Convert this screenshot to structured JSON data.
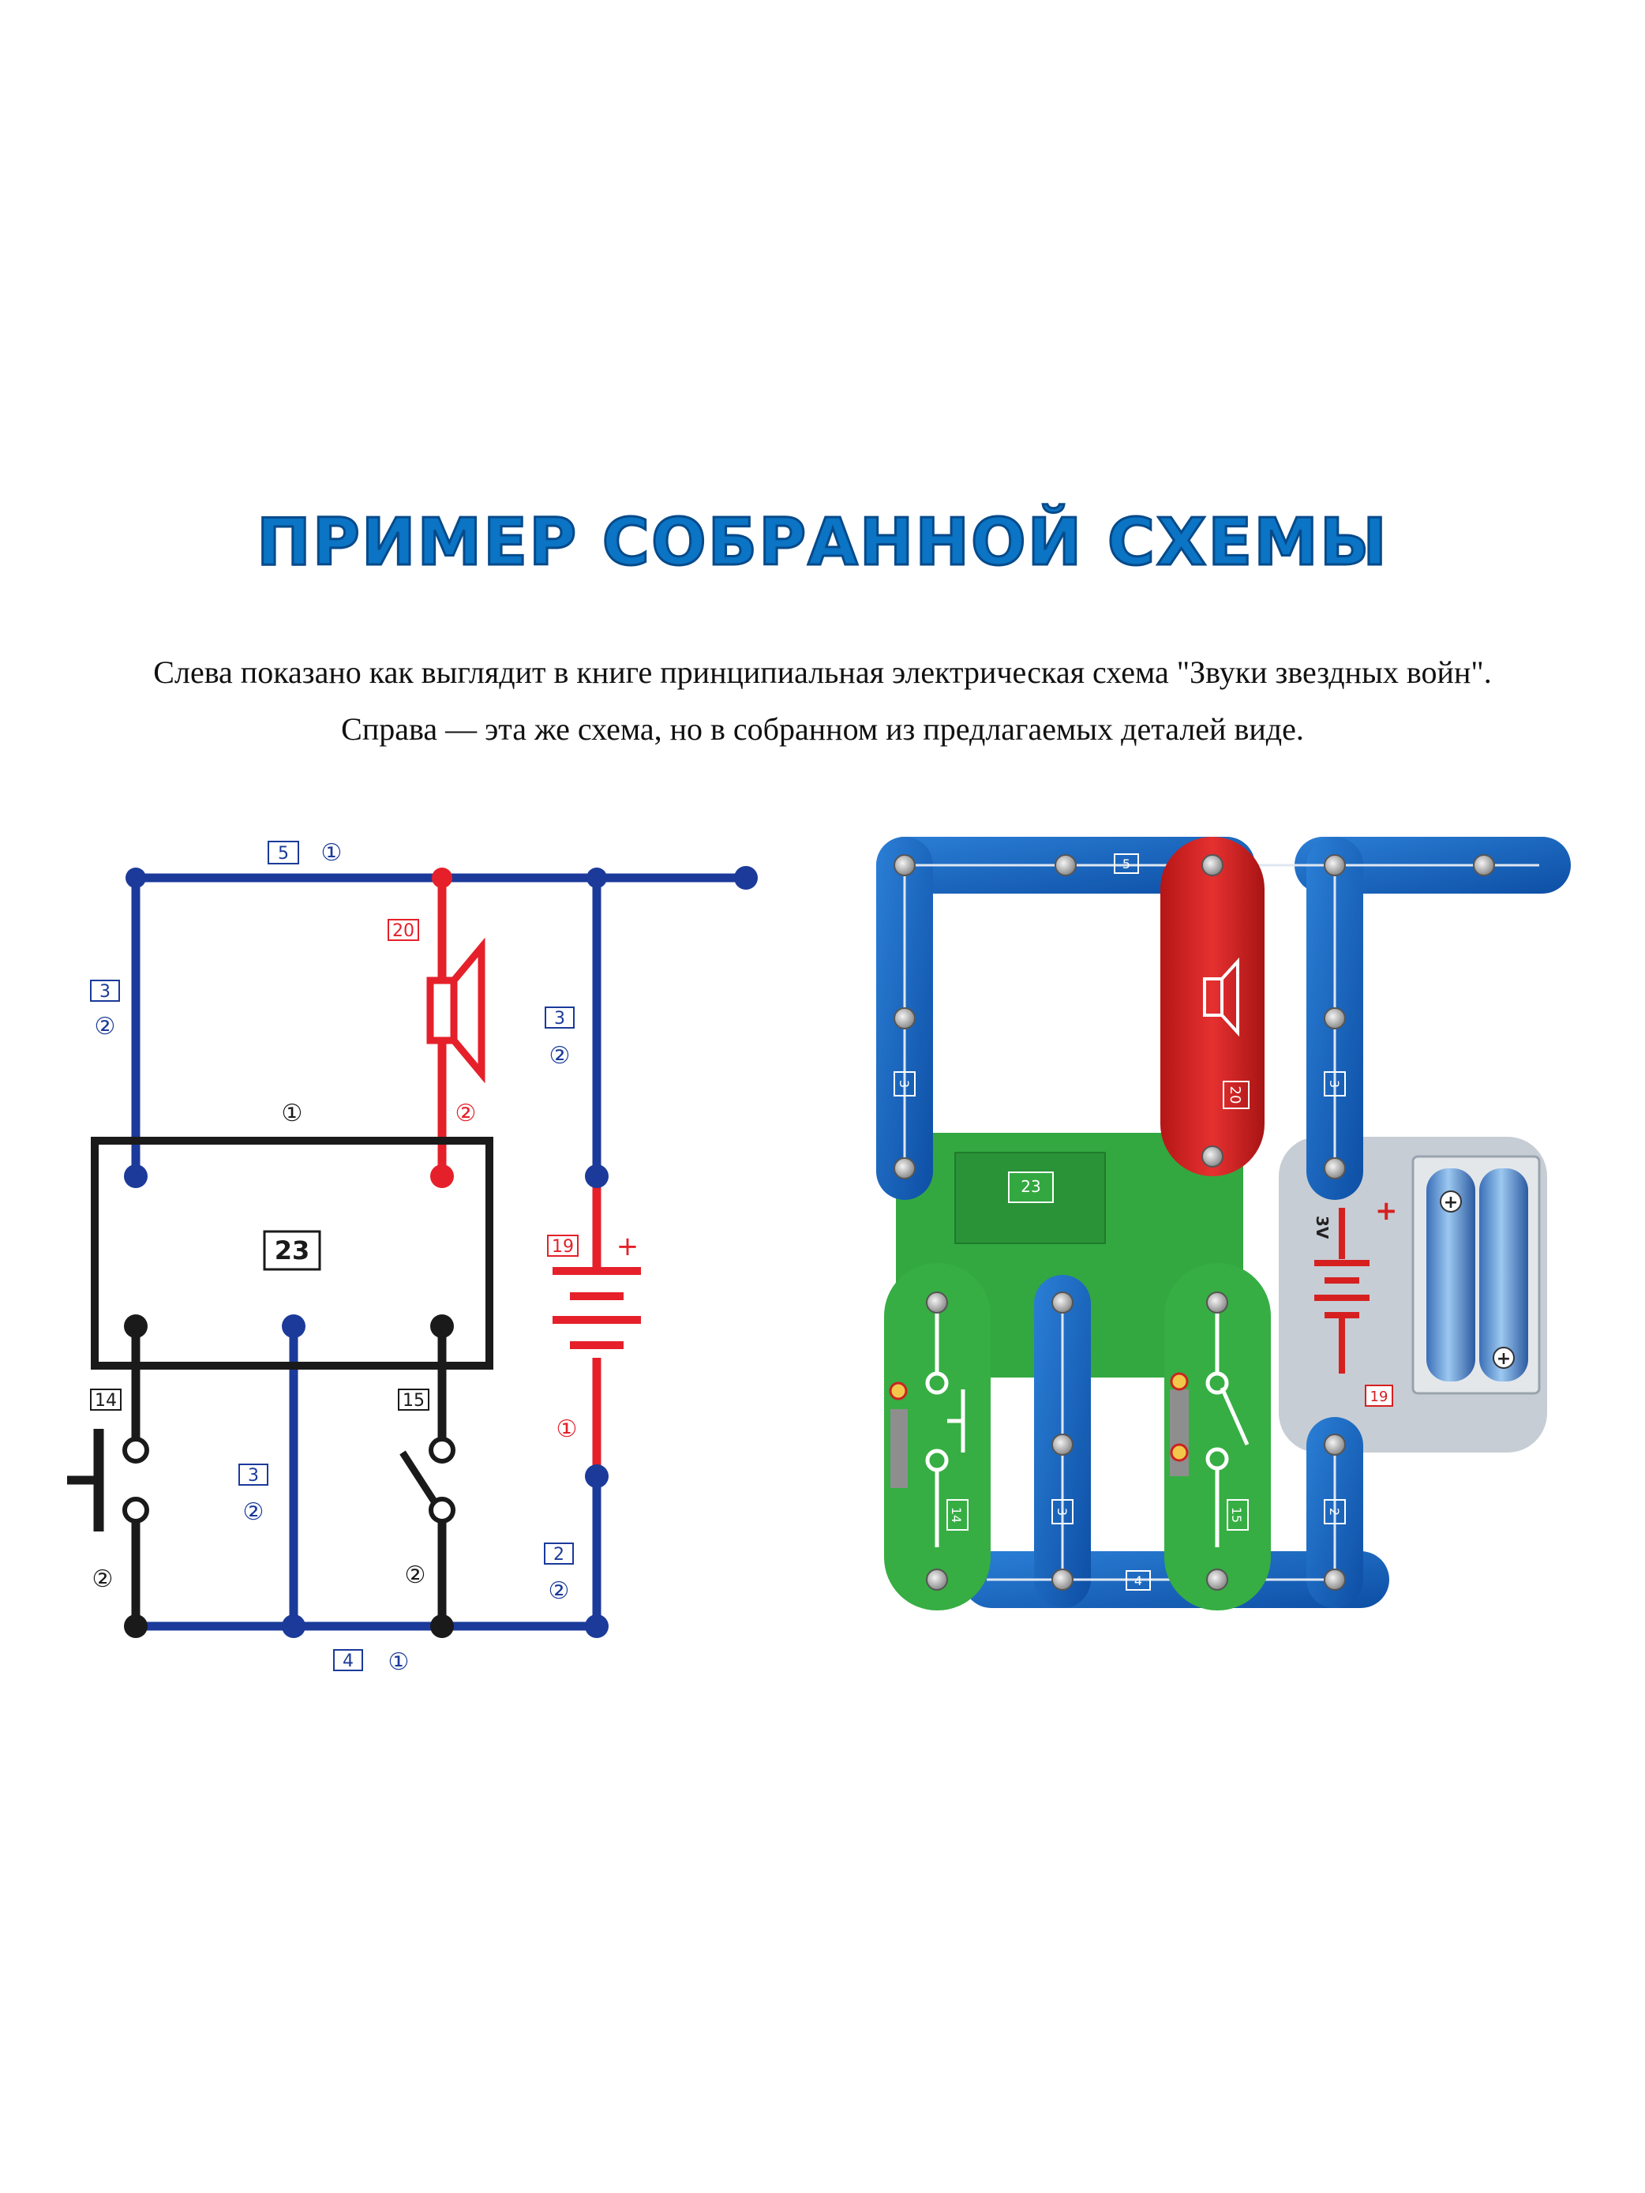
{
  "title": "ПРИМЕР СОБРАННОЙ СХЕМЫ",
  "intro": {
    "line1": "Слева показано как выглядит в книге принципиальная электрическая схема \"Звуки звездных войн\".",
    "line2": "Справа — эта же схема,  но в собранном из предлагаемых  деталей виде."
  },
  "schematic": {
    "top_wire": {
      "part": "5",
      "level": "①"
    },
    "left_wire": {
      "part": "3",
      "level": "②"
    },
    "speaker": {
      "part": "20",
      "level": "②"
    },
    "right_wire": {
      "part": "3",
      "level": "②"
    },
    "ic": {
      "part": "23",
      "level": "①"
    },
    "battery": {
      "part": "19",
      "sign": "+",
      "level": "①"
    },
    "press_switch": {
      "part": "14",
      "level": "②"
    },
    "middle_wire": {
      "part": "3",
      "level": "②"
    },
    "slide_switch": {
      "part": "15",
      "level": "②"
    },
    "bottom_right_wire": {
      "part": "2",
      "level": "②"
    },
    "bottom_wire": {
      "part": "4",
      "level": "①"
    }
  },
  "assembly": {
    "top_part": "5",
    "left_part": "3",
    "speaker_part": "20",
    "right_part": "3",
    "ic_part": "23",
    "battery_voltage": "3V",
    "battery_sign": "+",
    "battery_part": "19",
    "press_switch_part": "14",
    "middle_part": "3",
    "slide_switch_part": "15",
    "bottom_right_part": "2",
    "bottom_part": "4",
    "cell_positive": "+"
  },
  "colors": {
    "blue_wire": "#1b3a9a",
    "red_wire": "#e5202a",
    "black_wire": "#1a1a1a",
    "snap_blue": "#1565c0",
    "snap_green": "#2eaa3c",
    "snap_red": "#d62020",
    "title_blue": "#0b74c4"
  }
}
